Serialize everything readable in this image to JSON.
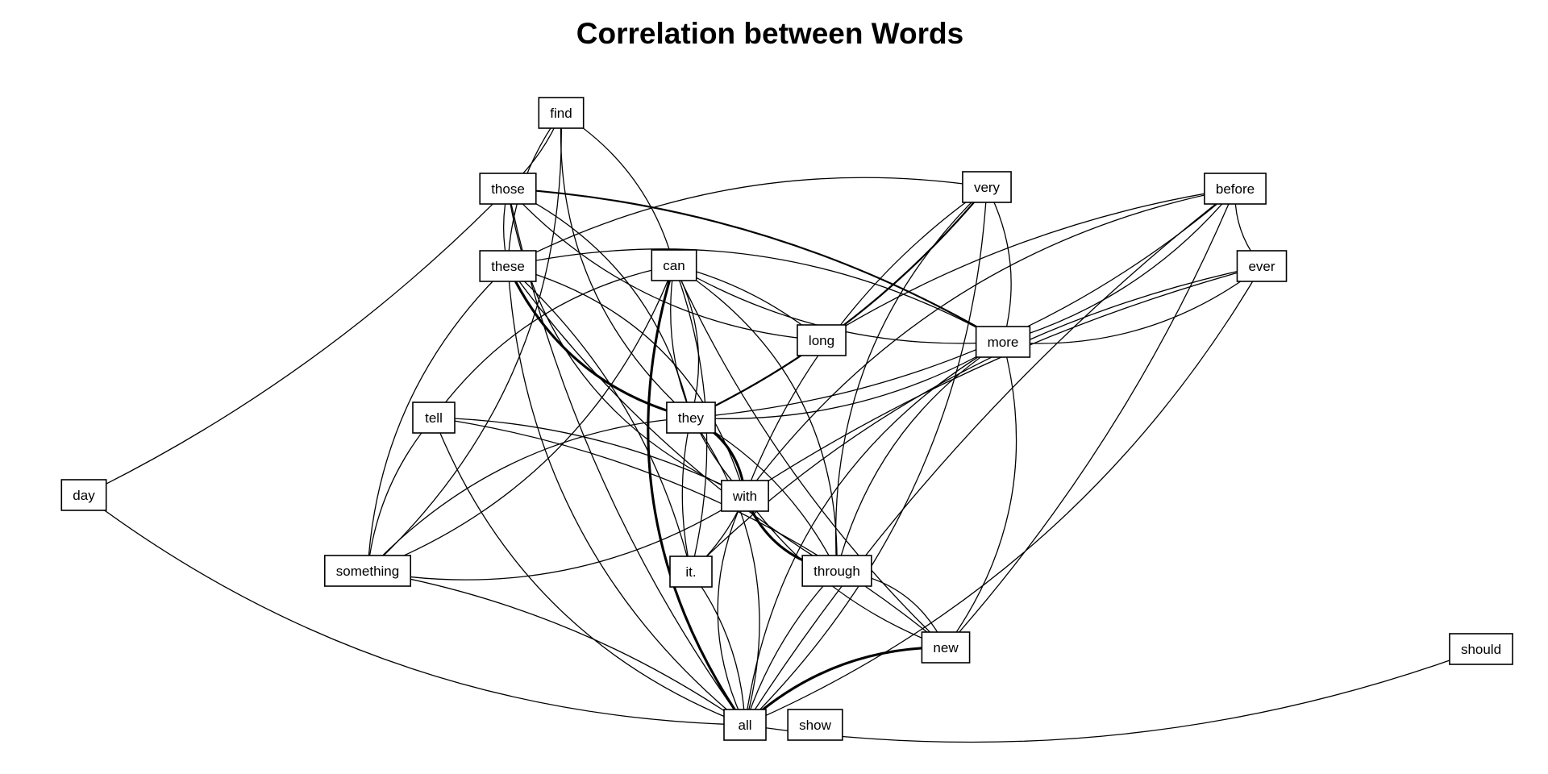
{
  "title": "Correlation between Words",
  "colors": {
    "background": "#ffffff",
    "ink": "#000000"
  },
  "nodes": [
    {
      "id": "find",
      "label": "find"
    },
    {
      "id": "those",
      "label": "those"
    },
    {
      "id": "very",
      "label": "very"
    },
    {
      "id": "before",
      "label": "before"
    },
    {
      "id": "these",
      "label": "these"
    },
    {
      "id": "can",
      "label": "can"
    },
    {
      "id": "ever",
      "label": "ever"
    },
    {
      "id": "long",
      "label": "long"
    },
    {
      "id": "more",
      "label": "more"
    },
    {
      "id": "tell",
      "label": "tell"
    },
    {
      "id": "they",
      "label": "they"
    },
    {
      "id": "day",
      "label": "day"
    },
    {
      "id": "with",
      "label": "with"
    },
    {
      "id": "something",
      "label": "something"
    },
    {
      "id": "it",
      "label": "it."
    },
    {
      "id": "through",
      "label": "through"
    },
    {
      "id": "new",
      "label": "new"
    },
    {
      "id": "should",
      "label": "should"
    },
    {
      "id": "all",
      "label": "all"
    },
    {
      "id": "show",
      "label": "show"
    }
  ],
  "edges": [
    {
      "source": "find",
      "target": "those",
      "weight": 1
    },
    {
      "source": "find",
      "target": "these",
      "weight": 1
    },
    {
      "source": "find",
      "target": "can",
      "weight": 1
    },
    {
      "source": "find",
      "target": "they",
      "weight": 1
    },
    {
      "source": "find",
      "target": "something",
      "weight": 1
    },
    {
      "source": "those",
      "target": "these",
      "weight": 1
    },
    {
      "source": "those",
      "target": "more",
      "weight": 2
    },
    {
      "source": "those",
      "target": "long",
      "weight": 1
    },
    {
      "source": "those",
      "target": "they",
      "weight": 1
    },
    {
      "source": "those",
      "target": "with",
      "weight": 1
    },
    {
      "source": "those",
      "target": "day",
      "weight": 1
    },
    {
      "source": "those",
      "target": "all",
      "weight": 1
    },
    {
      "source": "these",
      "target": "very",
      "weight": 1
    },
    {
      "source": "these",
      "target": "they",
      "weight": 3
    },
    {
      "source": "these",
      "target": "with",
      "weight": 1
    },
    {
      "source": "these",
      "target": "through",
      "weight": 1
    },
    {
      "source": "these",
      "target": "it",
      "weight": 1
    },
    {
      "source": "these",
      "target": "something",
      "weight": 1
    },
    {
      "source": "these",
      "target": "more",
      "weight": 1
    },
    {
      "source": "these",
      "target": "all",
      "weight": 1
    },
    {
      "source": "can",
      "target": "long",
      "weight": 1
    },
    {
      "source": "can",
      "target": "more",
      "weight": 1
    },
    {
      "source": "can",
      "target": "they",
      "weight": 1
    },
    {
      "source": "can",
      "target": "with",
      "weight": 1
    },
    {
      "source": "can",
      "target": "through",
      "weight": 1
    },
    {
      "source": "can",
      "target": "new",
      "weight": 1
    },
    {
      "source": "can",
      "target": "it",
      "weight": 1
    },
    {
      "source": "can",
      "target": "tell",
      "weight": 1
    },
    {
      "source": "can",
      "target": "something",
      "weight": 1
    },
    {
      "source": "can",
      "target": "all",
      "weight": 3
    },
    {
      "source": "very",
      "target": "they",
      "weight": 2
    },
    {
      "source": "very",
      "target": "with",
      "weight": 1
    },
    {
      "source": "very",
      "target": "more",
      "weight": 1
    },
    {
      "source": "very",
      "target": "through",
      "weight": 1
    },
    {
      "source": "very",
      "target": "all",
      "weight": 1
    },
    {
      "source": "before",
      "target": "long",
      "weight": 1
    },
    {
      "source": "before",
      "target": "more",
      "weight": 1
    },
    {
      "source": "before",
      "target": "ever",
      "weight": 1
    },
    {
      "source": "before",
      "target": "they",
      "weight": 1
    },
    {
      "source": "before",
      "target": "with",
      "weight": 1
    },
    {
      "source": "before",
      "target": "new",
      "weight": 1
    },
    {
      "source": "before",
      "target": "all",
      "weight": 1
    },
    {
      "source": "ever",
      "target": "more",
      "weight": 1
    },
    {
      "source": "ever",
      "target": "it",
      "weight": 1
    },
    {
      "source": "ever",
      "target": "all",
      "weight": 1
    },
    {
      "source": "ever",
      "target": "with",
      "weight": 1
    },
    {
      "source": "more",
      "target": "they",
      "weight": 1
    },
    {
      "source": "more",
      "target": "through",
      "weight": 1
    },
    {
      "source": "more",
      "target": "new",
      "weight": 1
    },
    {
      "source": "more",
      "target": "all",
      "weight": 1
    },
    {
      "source": "tell",
      "target": "with",
      "weight": 1
    },
    {
      "source": "tell",
      "target": "something",
      "weight": 1
    },
    {
      "source": "tell",
      "target": "new",
      "weight": 1
    },
    {
      "source": "tell",
      "target": "all",
      "weight": 1
    },
    {
      "source": "they",
      "target": "with",
      "weight": 3
    },
    {
      "source": "they",
      "target": "it",
      "weight": 1
    },
    {
      "source": "they",
      "target": "through",
      "weight": 1
    },
    {
      "source": "they",
      "target": "something",
      "weight": 1
    },
    {
      "source": "they",
      "target": "all",
      "weight": 1
    },
    {
      "source": "with",
      "target": "through",
      "weight": 3
    },
    {
      "source": "with",
      "target": "it",
      "weight": 1
    },
    {
      "source": "with",
      "target": "new",
      "weight": 1
    },
    {
      "source": "with",
      "target": "something",
      "weight": 1
    },
    {
      "source": "with",
      "target": "all",
      "weight": 1
    },
    {
      "source": "through",
      "target": "new",
      "weight": 1
    },
    {
      "source": "through",
      "target": "all",
      "weight": 1
    },
    {
      "source": "it",
      "target": "all",
      "weight": 1
    },
    {
      "source": "new",
      "target": "all",
      "weight": 3
    },
    {
      "source": "should",
      "target": "all",
      "weight": 1
    },
    {
      "source": "day",
      "target": "all",
      "weight": 1
    },
    {
      "source": "something",
      "target": "all",
      "weight": 1
    }
  ]
}
